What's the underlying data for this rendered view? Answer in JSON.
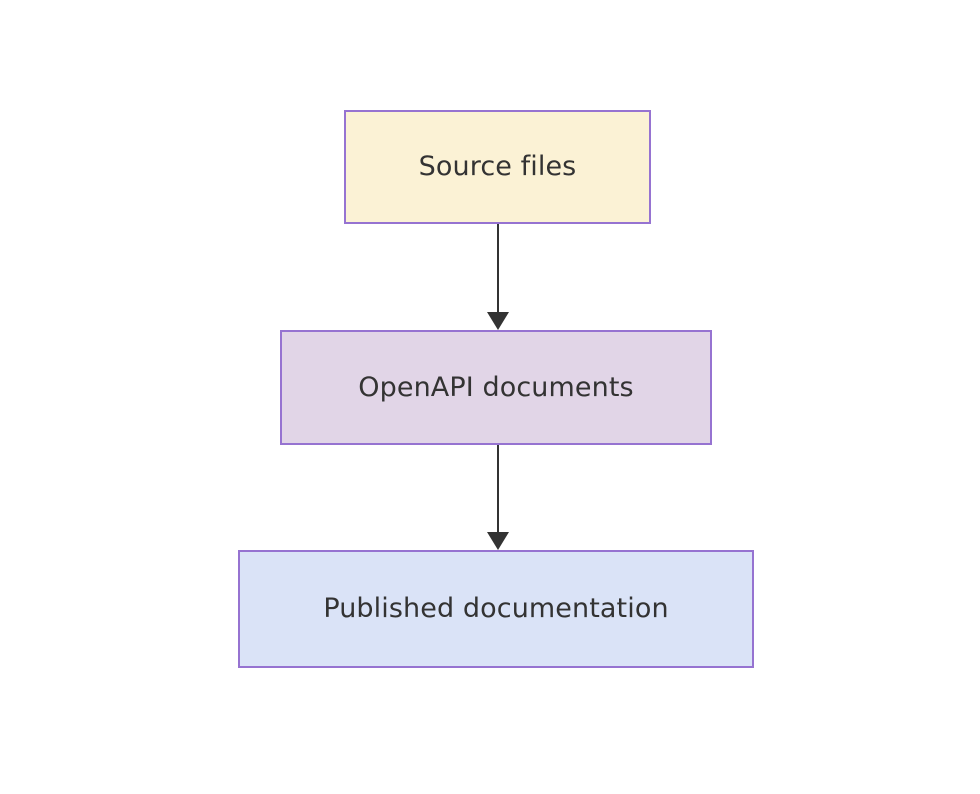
{
  "diagram": {
    "type": "flowchart",
    "direction": "top-to-bottom",
    "background_color": "#ffffff",
    "nodes": [
      {
        "id": "source-files",
        "label": "Source files",
        "fill_color": "#fbf2d5",
        "border_color": "#9673d1",
        "text_color": "#333333"
      },
      {
        "id": "openapi-documents",
        "label": "OpenAPI documents",
        "fill_color": "#e1d5e7",
        "border_color": "#9673d1",
        "text_color": "#333333"
      },
      {
        "id": "published-documentation",
        "label": "Published documentation",
        "fill_color": "#dae3f7",
        "border_color": "#9673d1",
        "text_color": "#333333"
      }
    ],
    "edges": [
      {
        "id": "edge-source-to-openapi",
        "from": "source-files",
        "to": "openapi-documents",
        "label": "",
        "color": "#333333",
        "arrowhead": "solid-triangle"
      },
      {
        "id": "edge-openapi-to-published",
        "from": "openapi-documents",
        "to": "published-documentation",
        "label": "",
        "color": "#333333",
        "arrowhead": "solid-triangle"
      }
    ]
  }
}
